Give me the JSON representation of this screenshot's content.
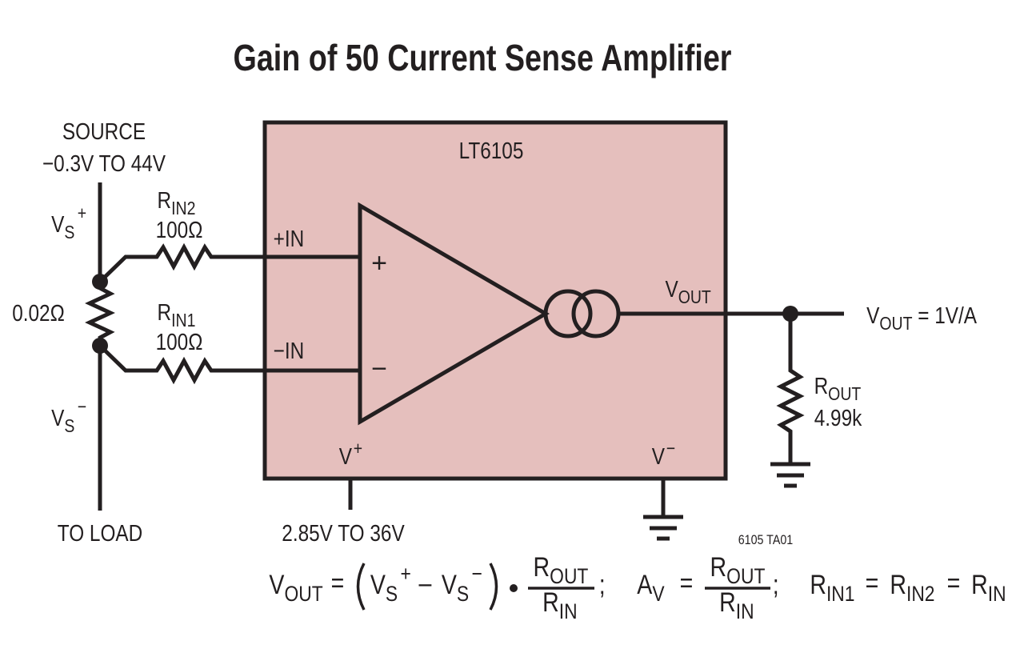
{
  "title": "Gain of 50 Current Sense Amplifier",
  "colors": {
    "ic_fill": "#e5bfbd",
    "ink": "#231f20"
  },
  "source": {
    "label": "SOURCE",
    "range": "−0.3V TO 44V"
  },
  "vs_plus": {
    "main": "V",
    "sub": "S",
    "sup": "+"
  },
  "vs_minus": {
    "main": "V",
    "sub": "S",
    "sup": "−"
  },
  "sense_resistor": "0.02Ω",
  "rin2": {
    "main": "R",
    "sub": "IN2",
    "value": "100Ω"
  },
  "rin1": {
    "main": "R",
    "sub": "IN1",
    "value": "100Ω"
  },
  "to_load": "TO LOAD",
  "ic": {
    "name": "LT6105",
    "pin_plus_in": "+IN",
    "pin_minus_in": "−IN",
    "pin_vplus": {
      "main": "V",
      "sup": "+"
    },
    "pin_vminus": {
      "main": "V",
      "sup": "−"
    },
    "pin_vout": {
      "main": "V",
      "sub": "OUT"
    },
    "opamp_plus": "+",
    "opamp_minus": "−"
  },
  "supply": "2.85V TO 36V",
  "output": {
    "main": "V",
    "sub": "OUT",
    "rest": " = 1V/A"
  },
  "rout": {
    "main": "R",
    "sub": "OUT",
    "value": "4.99k"
  },
  "figure_id": "6105 TA01",
  "equation": {
    "vout": {
      "main": "V",
      "sub": "OUT"
    },
    "equals": "=",
    "vs_plus": {
      "main": "V",
      "sub": "S",
      "sup": "+"
    },
    "minus": "–",
    "vs_minus": {
      "main": "V",
      "sub": "S",
      "sup": "−"
    },
    "frac_num": {
      "main": "R",
      "sub": "OUT"
    },
    "frac_den": {
      "main": "R",
      "sub": "IN"
    },
    "semicolon": ";",
    "av": {
      "main": "A",
      "sub": "V"
    },
    "rin1": {
      "main": "R",
      "sub": "IN1"
    },
    "rin2": {
      "main": "R",
      "sub": "IN2"
    },
    "rin": {
      "main": "R",
      "sub": "IN"
    }
  }
}
